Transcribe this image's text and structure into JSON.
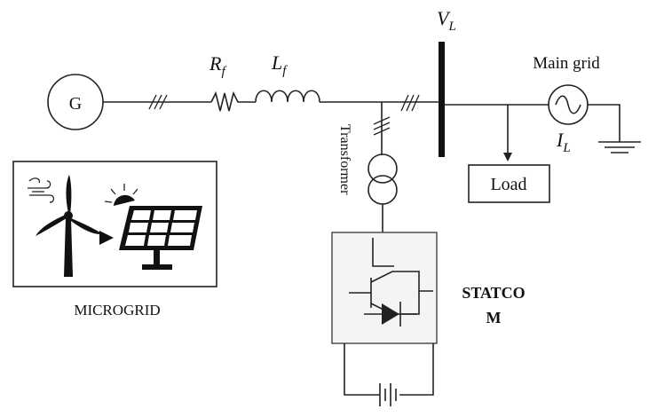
{
  "labels": {
    "generator": "G",
    "resistor_main": "R",
    "resistor_sub": "f",
    "inductor_main": "L",
    "inductor_sub": "f",
    "bus_voltage_main": "V",
    "bus_voltage_sub": "L",
    "main_grid": "Main grid",
    "current_main": "I",
    "current_sub": "L",
    "load": "Load",
    "transformer": "Transformer",
    "statcom_line1": "STATCO",
    "statcom_line2": "M",
    "microgrid": "MICROGRID"
  },
  "colors": {
    "stroke": "#222222",
    "background": "#ffffff",
    "statcom_box": "#f4f4f4"
  },
  "icons": [
    "wind-turbine-icon",
    "wind-gust-icon",
    "sun-icon",
    "solar-panel-icon",
    "igbt-switch-icon",
    "diode-icon",
    "battery-icon",
    "ground-icon",
    "ac-source-icon"
  ]
}
